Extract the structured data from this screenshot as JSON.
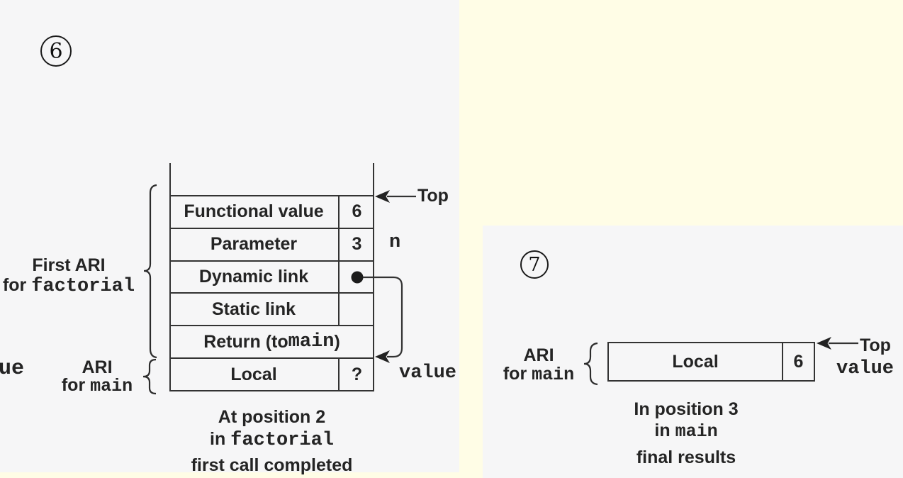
{
  "colors": {
    "page_background": "#fffde6",
    "panel_background": "#f6f6f7",
    "line": "#333333",
    "text": "#242424"
  },
  "figure6": {
    "badge": "6",
    "top_pointer_label": "Top",
    "stack": {
      "rows": [
        {
          "label": "Functional value",
          "value": "6",
          "side_label": ""
        },
        {
          "label": "Parameter",
          "value": "3",
          "side_label": "n"
        },
        {
          "label": "Dynamic link",
          "value": "",
          "side_label": ""
        },
        {
          "label": "Static link",
          "value": "",
          "side_label": ""
        },
        {
          "label_prefix": "Return (to ",
          "label_code": "main",
          "label_suffix": ")"
        },
        {
          "label": "Local",
          "value": "?",
          "side_label": "value"
        }
      ]
    },
    "group_labels": {
      "first_ari": {
        "line1": "First ARI",
        "line2_prefix": "for ",
        "line2_code": "factorial"
      },
      "ari_main": {
        "line1": "ARI",
        "line2_prefix": "for ",
        "line2_code": "main"
      }
    },
    "clipped_text_fragment": "ue",
    "caption": {
      "line1": "At position 2",
      "line2_prefix": "in ",
      "line2_code": "factorial",
      "line3": "first call completed"
    }
  },
  "figure7": {
    "badge": "7",
    "top_pointer_label": "Top",
    "top_pointer_sublabel": "value",
    "row": {
      "label": "Local",
      "value": "6"
    },
    "group_label": {
      "line1": "ARI",
      "line2_prefix": "for ",
      "line2_code": "main"
    },
    "caption": {
      "line1": "In position 3",
      "line2_prefix": "in ",
      "line2_code": "main",
      "line3": "final results"
    }
  }
}
